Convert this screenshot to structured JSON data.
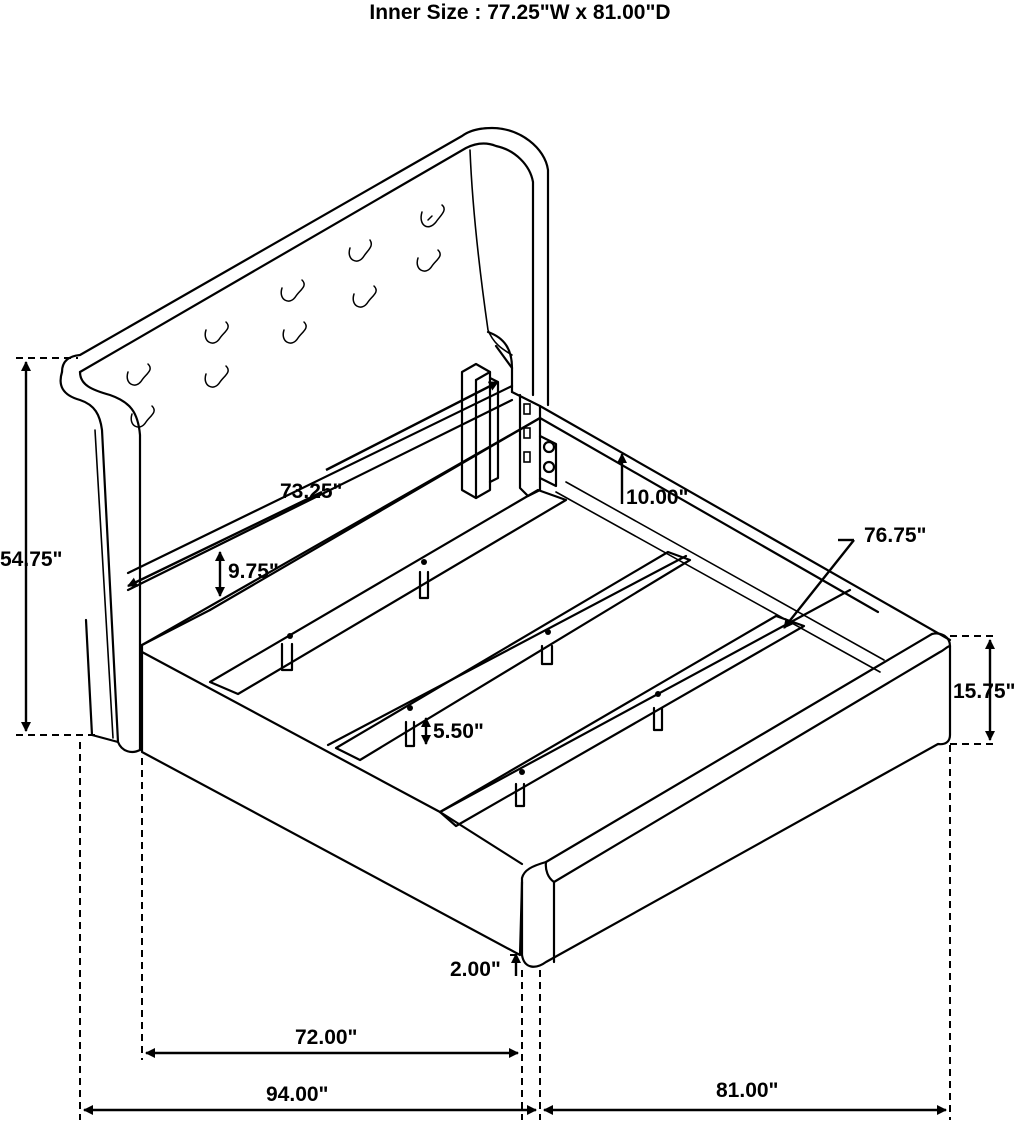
{
  "title": "Inner Size : 77.25\"W x 81.00\"D",
  "dimensions": {
    "headboard_height": "54.75\"",
    "headboard_inner_width": "73.25\"",
    "rail_height": "10.00\"",
    "slat_clearance": "9.75\"",
    "slat_length": "76.75\"",
    "footboard_height": "15.75\"",
    "slat_leg_height": "5.50\"",
    "ground_clearance": "2.00\"",
    "inner_width": "72.00\"",
    "overall_width": "94.00\"",
    "overall_depth": "81.00\""
  }
}
